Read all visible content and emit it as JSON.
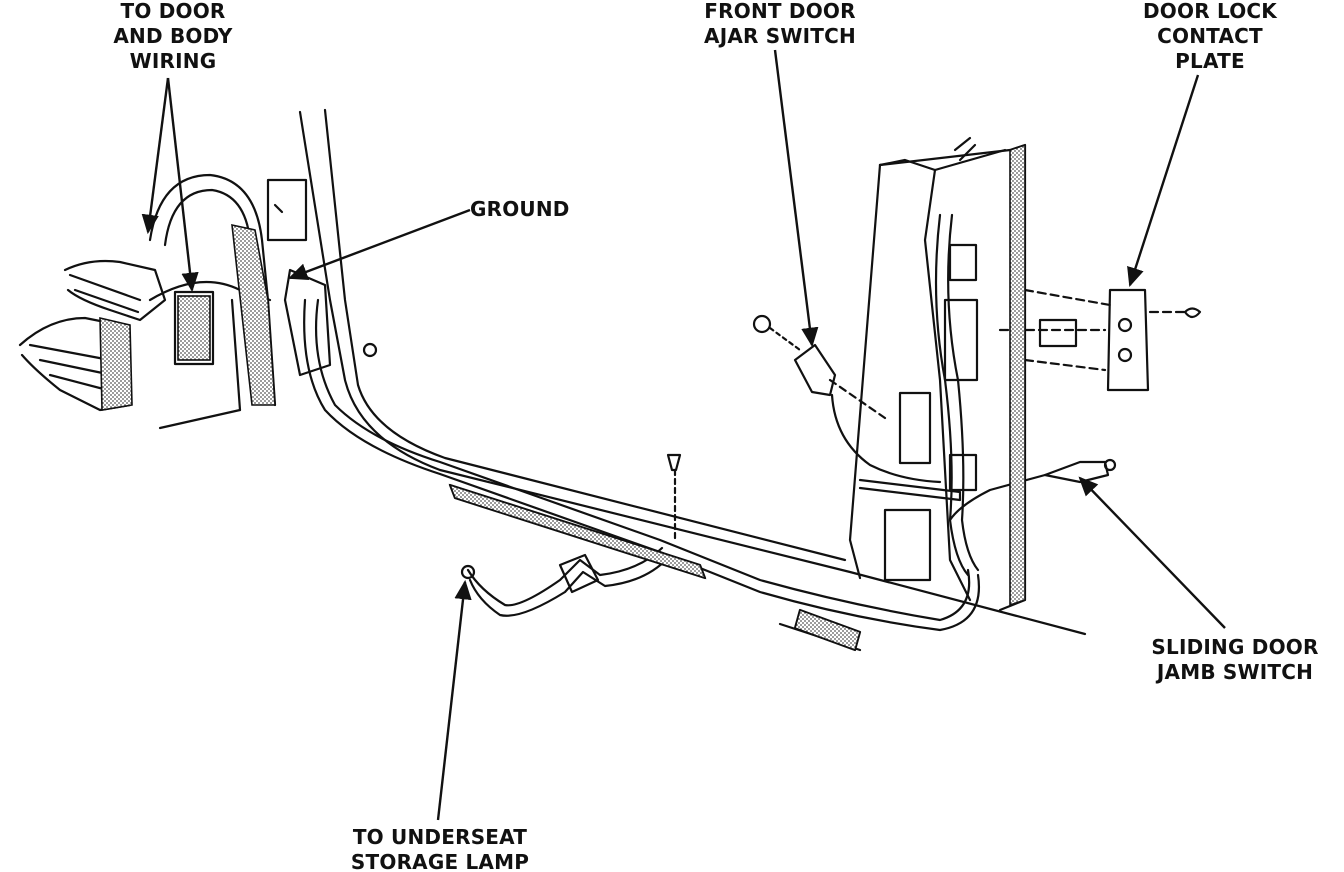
{
  "colors": {
    "ink": "#111111",
    "paper": "#ffffff",
    "screen_tone": "#9a9a9a"
  },
  "labels": {
    "door_body_wiring": [
      "TO DOOR",
      "AND BODY",
      "WIRING"
    ],
    "ground": [
      "GROUND"
    ],
    "front_door_ajar": [
      "FRONT DOOR",
      "AJAR SWITCH"
    ],
    "door_lock_contact": [
      "DOOR LOCK",
      "CONTACT",
      "PLATE"
    ],
    "sliding_door_jamb": [
      "SLIDING DOOR",
      "JAMB SWITCH"
    ],
    "underseat_lamp": [
      "TO UNDERSEAT",
      "STORAGE LAMP"
    ]
  }
}
